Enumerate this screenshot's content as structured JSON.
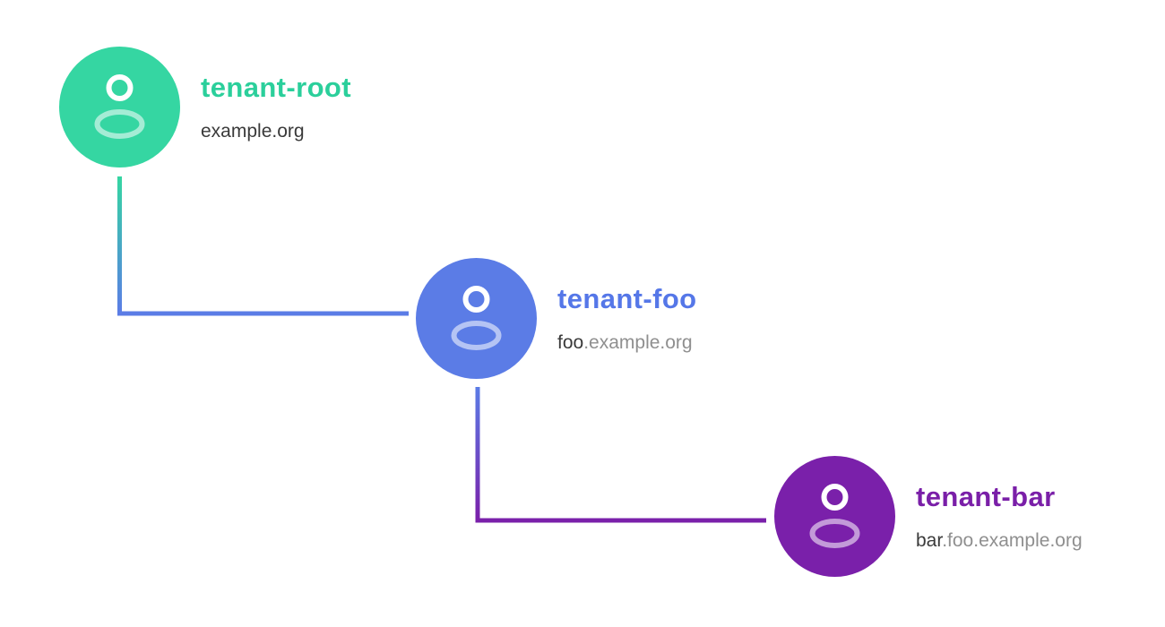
{
  "canvas": {
    "background": "#ffffff",
    "description": "Tenant hierarchy diagram with three user nodes connected by elbow connectors"
  },
  "nodes": [
    {
      "id": "tenant-root",
      "label": "tenant-root",
      "domain_prefix": "example.org",
      "domain_rest": "",
      "color": "#35d6a2",
      "label_color": "#2bcf9b"
    },
    {
      "id": "tenant-foo",
      "label": "tenant-foo",
      "domain_prefix": "foo",
      "domain_rest": ".example.org",
      "color": "#5b7ce6",
      "label_color": "#5577e8"
    },
    {
      "id": "tenant-bar",
      "label": "tenant-bar",
      "domain_prefix": "bar",
      "domain_rest": ".foo.example.org",
      "color": "#7a20aa",
      "label_color": "#7a1fa8"
    }
  ],
  "connectors": [
    {
      "from": "tenant-root",
      "to": "tenant-foo",
      "from_color": "#35d6a2",
      "to_color": "#5b7ce6"
    },
    {
      "from": "tenant-foo",
      "to": "tenant-bar",
      "from_color": "#5b7ce6",
      "to_color": "#7a20aa"
    }
  ]
}
